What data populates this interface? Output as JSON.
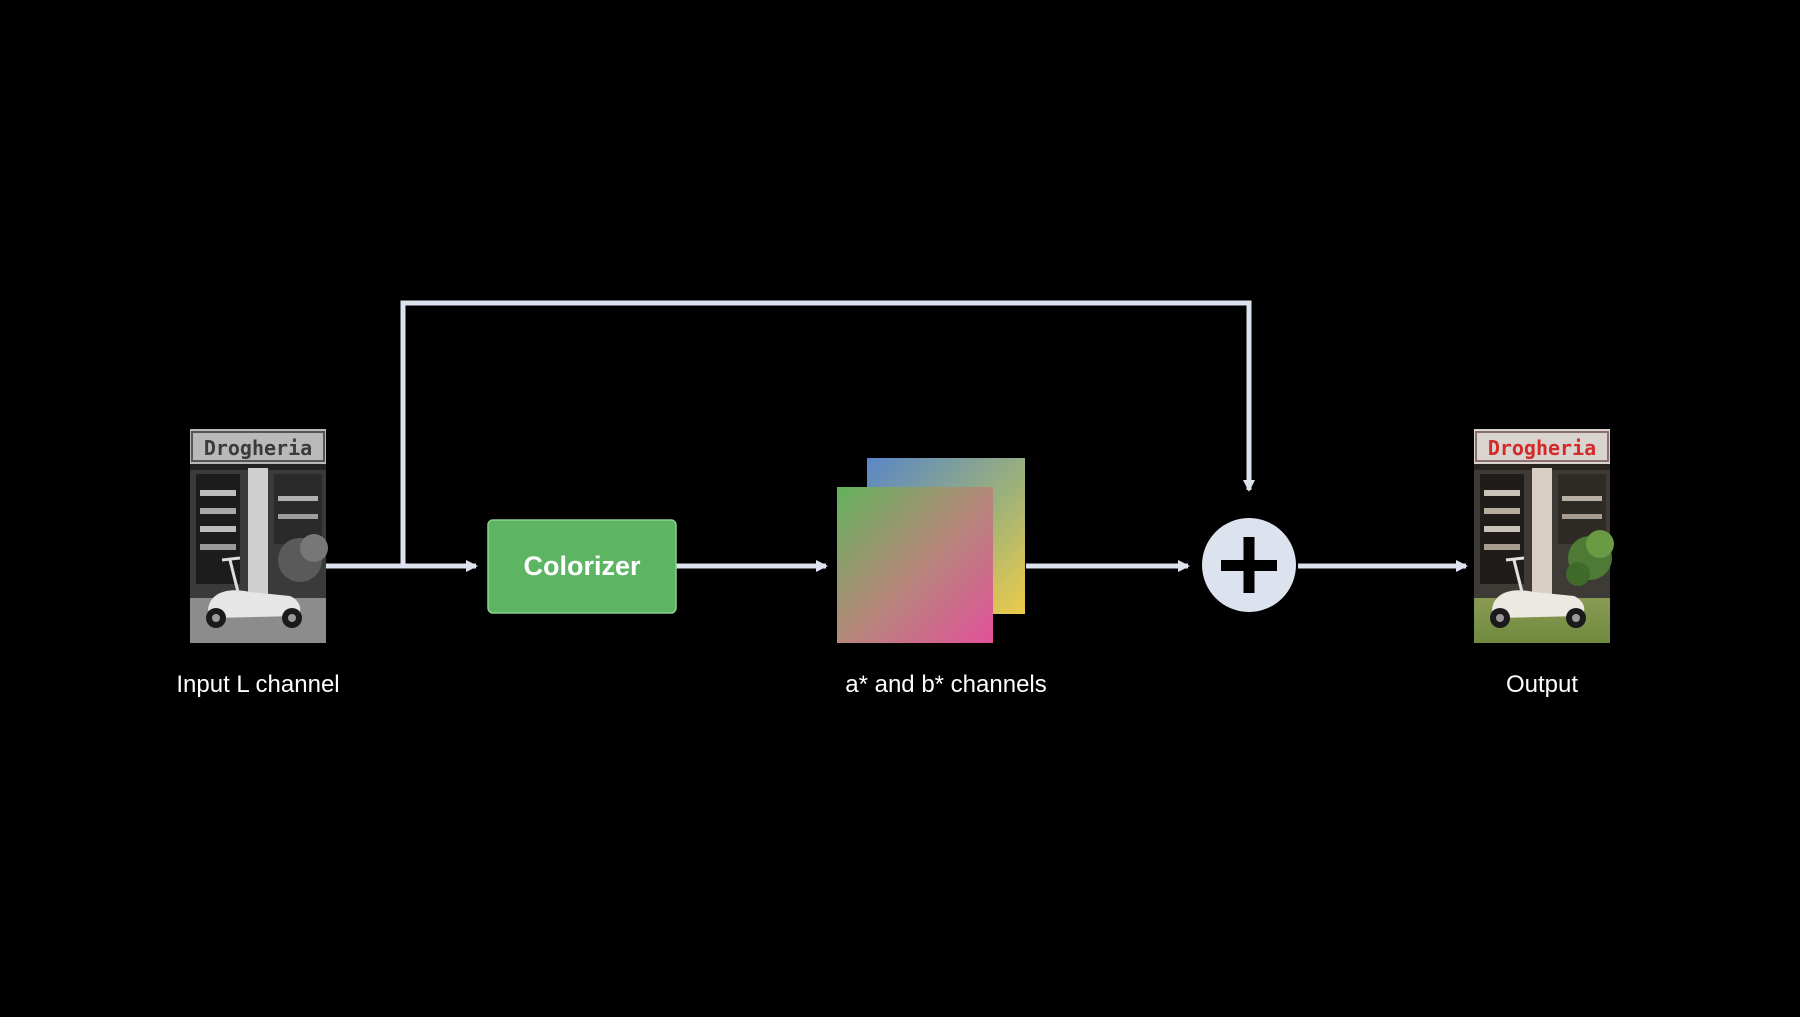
{
  "diagram": {
    "input_label": "Input L channel",
    "colorizer_label": "Colorizer",
    "ab_label": "a* and b* channels",
    "output_label": "Output",
    "input_image_sign": "Drogheria",
    "output_image_sign": "Drogheria"
  },
  "colors": {
    "background": "#000000",
    "arrow": "#dde3ee",
    "colorizer_fill": "#5db563",
    "colorizer_text": "#ffffff",
    "plus_circle": "#dde3ee",
    "plus_sign": "#000000",
    "output_sign_text": "#d22b2b",
    "ab_front_top": "#62b25b",
    "ab_front_bottom": "#e2519a",
    "ab_back_top": "#5a86c8",
    "ab_back_bottom": "#eecb4a"
  },
  "icons": {
    "sum": "plus-circle-icon"
  }
}
